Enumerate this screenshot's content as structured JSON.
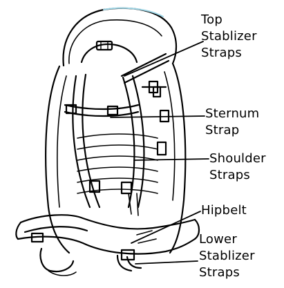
{
  "diagram": {
    "subject": "backpack",
    "labels": [
      {
        "id": "top-stabilizer",
        "lines": [
          "Top",
          "Stablizer",
          "Straps"
        ]
      },
      {
        "id": "sternum",
        "lines": [
          "Sternum",
          "Strap"
        ]
      },
      {
        "id": "shoulder",
        "lines": [
          "Shoulder",
          "Straps"
        ]
      },
      {
        "id": "hipbelt",
        "lines": [
          "Hipbelt"
        ]
      },
      {
        "id": "lower-stabilizer",
        "lines": [
          "Lower",
          "Stablizer",
          "Straps"
        ]
      }
    ],
    "colors": {
      "ink": "#000000",
      "background": "#ffffff",
      "accent": "#9fd6e6"
    }
  }
}
